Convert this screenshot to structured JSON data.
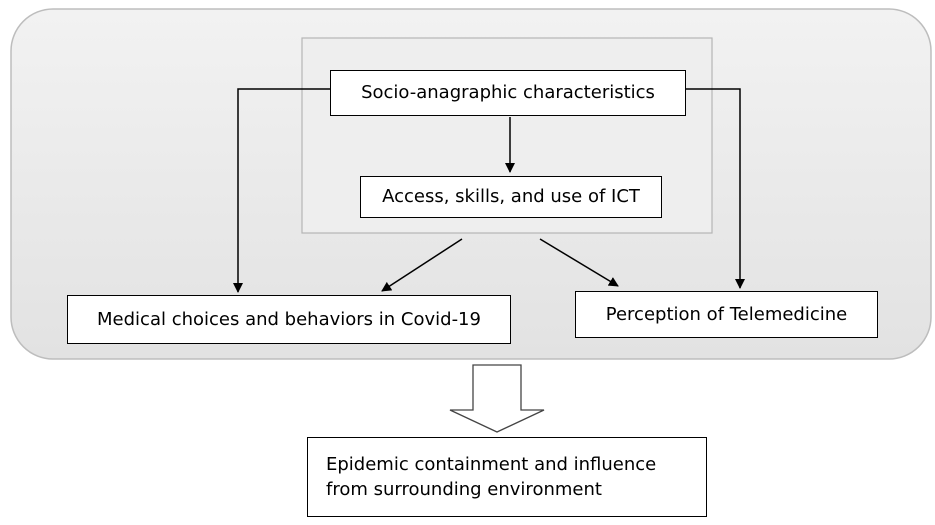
{
  "nodes": {
    "socio": "Socio-anagraphic characteristics",
    "access": "Access, skills, and use of ICT",
    "medical": "Medical choices and behaviors in Covid-19",
    "telemedicine": "Perception of Telemedicine",
    "epidemic_line1": "Epidemic containment and influence",
    "epidemic_line2": "from surrounding environment"
  },
  "colors": {
    "outer_panel": "#e8e8e8",
    "inner_panel": "#eeeeee",
    "box_fill": "#ffffff",
    "stroke": "#000000"
  }
}
